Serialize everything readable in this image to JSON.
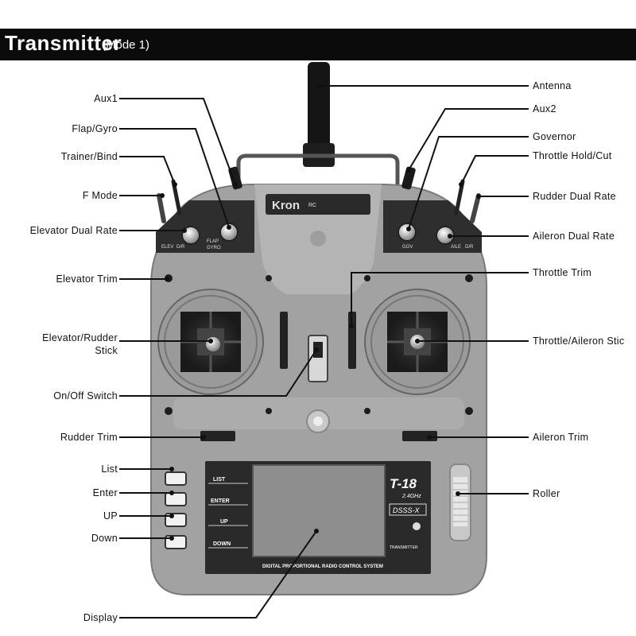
{
  "title": {
    "main": "Transmitter",
    "sub": "(Mode 1)"
  },
  "brand": {
    "name": "Kron",
    "suffix": "RC",
    "model": "T-18",
    "band": "2.4GHz",
    "protocol": "DSSS-X",
    "footer": "DIGITAL PROPORTIONAL RADIO CONTROL SYSTEM",
    "badge": "TRANSMITTER"
  },
  "switch_text": {
    "elev": "ELEV",
    "dr": "D/R",
    "flap": "FLAP",
    "gyro": "GYRO",
    "gov": "GOV",
    "aile": "AILE",
    "dr2": "D/R"
  },
  "buttons": {
    "list": "LIST",
    "enter": "ENTER",
    "up": "UP",
    "down": "DOWN"
  },
  "labels_left": {
    "aux1": "Aux1",
    "flap_gyro": "Flap/Gyro",
    "trainer_bind": "Trainer/Bind",
    "f_mode": "F Mode",
    "elevator_dual_rate": "Elevator Dual Rate",
    "elevator_trim": "Elevator Trim",
    "elevator_rudder_stick_1": "Elevator/Rudder",
    "elevator_rudder_stick_2": "Stick",
    "on_off_switch": "On/Off Switch",
    "rudder_trim": "Rudder Trim",
    "list": "List",
    "enter": "Enter",
    "up": "UP",
    "down": "Down",
    "display": "Display"
  },
  "labels_right": {
    "antenna": "Antenna",
    "aux2": "Aux2",
    "governor": "Governor",
    "throttle_hold_cut": "Throttle Hold/Cut",
    "rudder_dual_rate": "Rudder Dual Rate",
    "aileron_dual_rate": "Aileron Dual Rate",
    "throttle_trim": "Throttle Trim",
    "throttle_aileron_stick": "Throttle/Aileron Stic",
    "aileron_trim": "Aileron Trim",
    "roller": "Roller"
  },
  "colors": {
    "body": "#9c9c9c",
    "body_light": "#c2c2c2",
    "panel": "#2e2e2e",
    "lcd": "#8e8e8e",
    "leader": "#111111"
  }
}
